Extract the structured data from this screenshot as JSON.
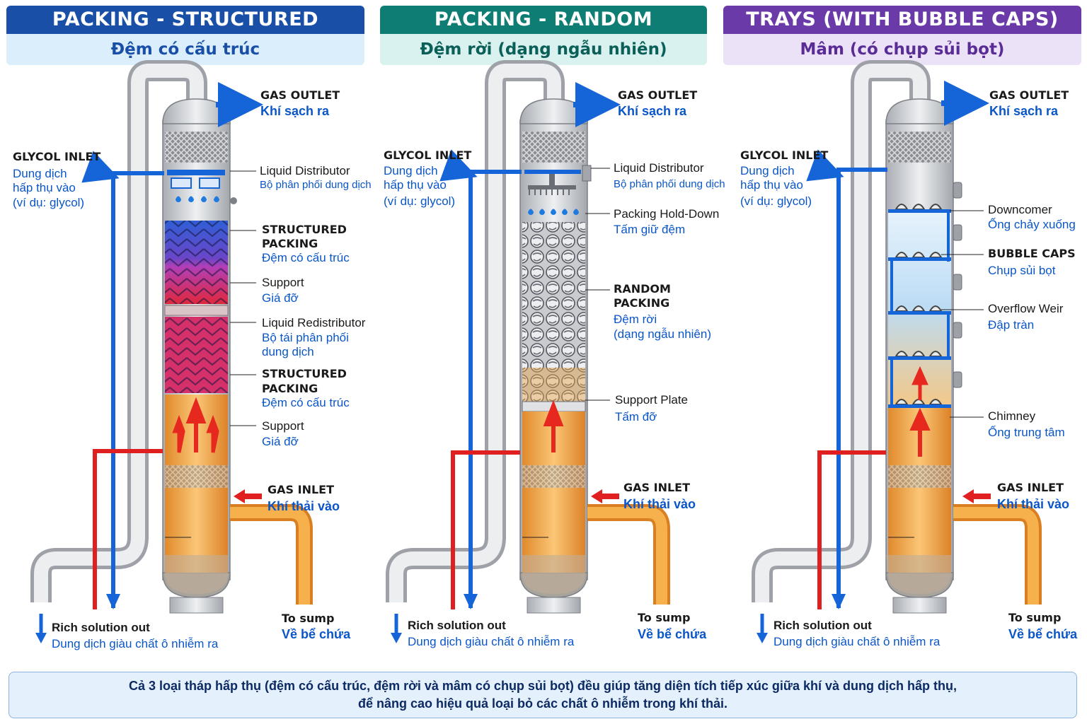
{
  "panels": [
    {
      "title": "PACKING - STRUCTURED",
      "subtitle": "Đệm có cấu trúc",
      "labels": {
        "gas_outlet": "GAS OUTLET",
        "gas_outlet_vi": "Khí sạch ra",
        "glycol_inlet": "GLYCOL INLET",
        "glycol_vi_1": "Dung dịch",
        "glycol_vi_2": "hấp thụ vào",
        "glycol_vi_3": "(ví dụ: glycol)",
        "c1": "Liquid Distributor",
        "c1_vi": "Bộ phân phối dung dịch",
        "c2a": "STRUCTURED",
        "c2b": "PACKING",
        "c2_vi": "Đệm có cấu trúc",
        "c3": "Support",
        "c3_vi": "Giá đỡ",
        "c4": "Liquid Redistributor",
        "c4_vi_1": "Bộ tái phân phối",
        "c4_vi_2": "dung dịch",
        "c5a": "STRUCTURED",
        "c5b": "PACKING",
        "c5_vi": "Đệm có cấu trúc",
        "c6": "Support",
        "c6_vi": "Giá đỡ",
        "gas_inlet": "GAS INLET",
        "gas_inlet_vi": "Khí thải vào",
        "to_sump": "To sump",
        "to_sump_vi": "Về bể chứa",
        "rich_out": "Rich solution out",
        "rich_out_vi": "Dung dịch giàu chất ô nhiễm ra"
      }
    },
    {
      "title": "PACKING - RANDOM",
      "subtitle": "Đệm rời (dạng ngẫu nhiên)",
      "labels": {
        "gas_outlet": "GAS OUTLET",
        "gas_outlet_vi": "Khí sạch ra",
        "glycol_inlet": "GLYCOL INLET",
        "glycol_vi_1": "Dung dịch",
        "glycol_vi_2": "hấp thụ vào",
        "glycol_vi_3": "(ví dụ: glycol)",
        "c1": "Liquid Distributor",
        "c1_vi": "Bộ phân phối dung dịch",
        "c2": "Packing Hold-Down",
        "c2_vi": "Tấm giữ đệm",
        "c3a": "RANDOM",
        "c3b": "PACKING",
        "c3_vi_1": "Đệm rời",
        "c3_vi_2": "(dạng ngẫu nhiên)",
        "c4": "Support Plate",
        "c4_vi": "Tấm đỡ",
        "gas_inlet": "GAS INLET",
        "gas_inlet_vi": "Khí thải vào",
        "to_sump": "To sump",
        "to_sump_vi": "Về bể chứa",
        "rich_out": "Rich solution out",
        "rich_out_vi": "Dung dịch giàu chất ô nhiễm ra"
      }
    },
    {
      "title": "TRAYS (WITH BUBBLE CAPS)",
      "subtitle": "Mâm (có chụp sủi bọt)",
      "labels": {
        "gas_outlet": "GAS OUTLET",
        "gas_outlet_vi": "Khí sạch ra",
        "glycol_inlet": "GLYCOL INLET",
        "glycol_vi_1": "Dung dịch",
        "glycol_vi_2": "hấp thụ vào",
        "glycol_vi_3": "(ví dụ: glycol)",
        "c1": "Downcomer",
        "c1_vi": "Ống chảy xuống",
        "c2": "BUBBLE CAPS",
        "c2_vi": "Chụp sủi bọt",
        "c3": "Overflow Weir",
        "c3_vi": "Đập tràn",
        "c4": "Chimney",
        "c4_vi": "Ống trung tâm",
        "gas_inlet": "GAS INLET",
        "gas_inlet_vi": "Khí thải vào",
        "to_sump": "To sump",
        "to_sump_vi": "Về bể chứa",
        "rich_out": "Rich solution out",
        "rich_out_vi": "Dung dịch giàu chất ô nhiễm ra"
      }
    }
  ],
  "note": {
    "line1": "Cả 3 loại tháp hấp thụ (đệm có cấu trúc, đệm rời và mâm có chụp sủi bọt) đều giúp tăng diện tích tiếp xúc giữa khí và dung dịch hấp thụ,",
    "line2": "để nâng cao hiệu quả loại bỏ các chất ô nhiễm trong khí thải."
  },
  "colors": {
    "header_structured": "#1a4fa8",
    "header_random": "#0e7d74",
    "header_trays": "#6a3aa8",
    "glycol_line": "#1565d8",
    "gas_inlet_line": "#e02020",
    "sump_line": "#f0a030",
    "shell": "#c9ccd1"
  }
}
